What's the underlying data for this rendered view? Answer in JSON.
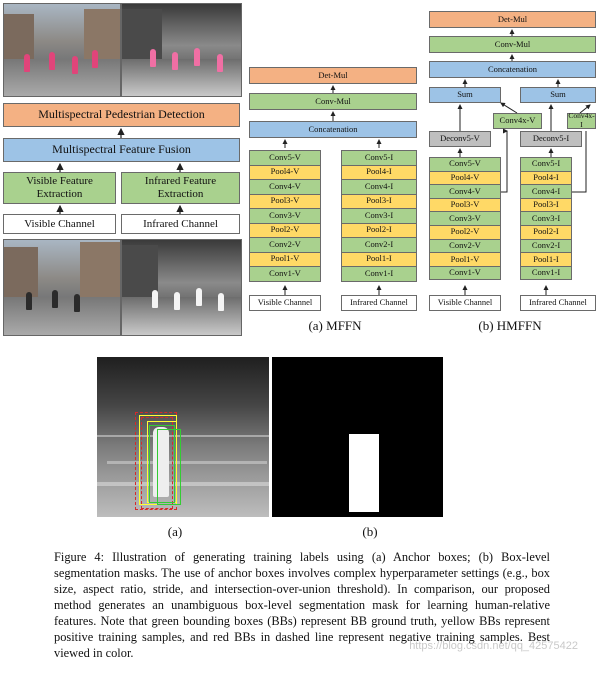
{
  "left_panel": {
    "detection": "Multispectral Pedestrian Detection",
    "fusion": "Multispectral Feature Fusion",
    "visible_extraction": "Visible Feature Extraction",
    "infrared_extraction": "Infrared Feature Extraction",
    "visible_channel": "Visible Channel",
    "infrared_channel": "Infrared Channel"
  },
  "mffn": {
    "top": "Det-Mul",
    "conv_mul": "Conv-Mul",
    "concat": "Concatenation",
    "visible_layers": [
      "Conv5-V",
      "Pool4-V",
      "Conv4-V",
      "Pool3-V",
      "Conv3-V",
      "Pool2-V",
      "Conv2-V",
      "Pool1-V",
      "Conv1-V"
    ],
    "infrared_layers": [
      "Conv5-I",
      "Pool4-I",
      "Conv4-I",
      "Pool3-I",
      "Conv3-I",
      "Pool2-I",
      "Conv2-I",
      "Pool1-I",
      "Conv1-I"
    ],
    "visible_channel": "Visible Channel",
    "infrared_channel": "Infrared Channel",
    "caption": "(a) MFFN"
  },
  "hmffn": {
    "top": "Det-Mul",
    "conv_mul": "Conv-Mul",
    "concat": "Concatenation",
    "sum_v": "Sum",
    "sum_i": "Sum",
    "deconv_v": "Deconv5-V",
    "deconv_i": "Deconv5-I",
    "conv4x_v": "Conv4x-V",
    "conv4x_i": "Conv4x-I",
    "visible_layers": [
      "Conv5-V",
      "Pool4-V",
      "Conv4-V",
      "Pool3-V",
      "Conv3-V",
      "Pool2-V",
      "Conv2-V",
      "Pool1-V",
      "Conv1-V"
    ],
    "infrared_layers": [
      "Conv5-I",
      "Pool4-I",
      "Conv4-I",
      "Pool3-I",
      "Conv3-I",
      "Pool2-I",
      "Conv2-I",
      "Pool1-I",
      "Conv1-I"
    ],
    "visible_channel": "Visible Channel",
    "infrared_channel": "Infrared Channel",
    "caption": "(b) HMFFN"
  },
  "figure": {
    "sub_a": "(a)",
    "sub_b": "(b)",
    "caption": "Figure 4: Illustration of generating training labels using (a) Anchor boxes; (b) Box-level segmentation masks. The use of anchor boxes involves complex hyperparameter settings (e.g., box size, aspect ratio, stride, and intersection-over-union threshold). In comparison, our proposed method generates an unambiguous box-level segmentation mask for learning human-relative features. Note that green bounding boxes (BBs) represent BB ground truth, yellow BBs represent positive training samples, and red BBs in dashed line represent negative training samples. Best viewed in color.",
    "watermark": "https://blog.csdn.net/qq_42575422"
  },
  "colors": {
    "orange": "#f4b183",
    "blue": "#9dc3e6",
    "green": "#a9d18e",
    "yellow": "#ffd966",
    "gray": "#bfbfbf"
  }
}
